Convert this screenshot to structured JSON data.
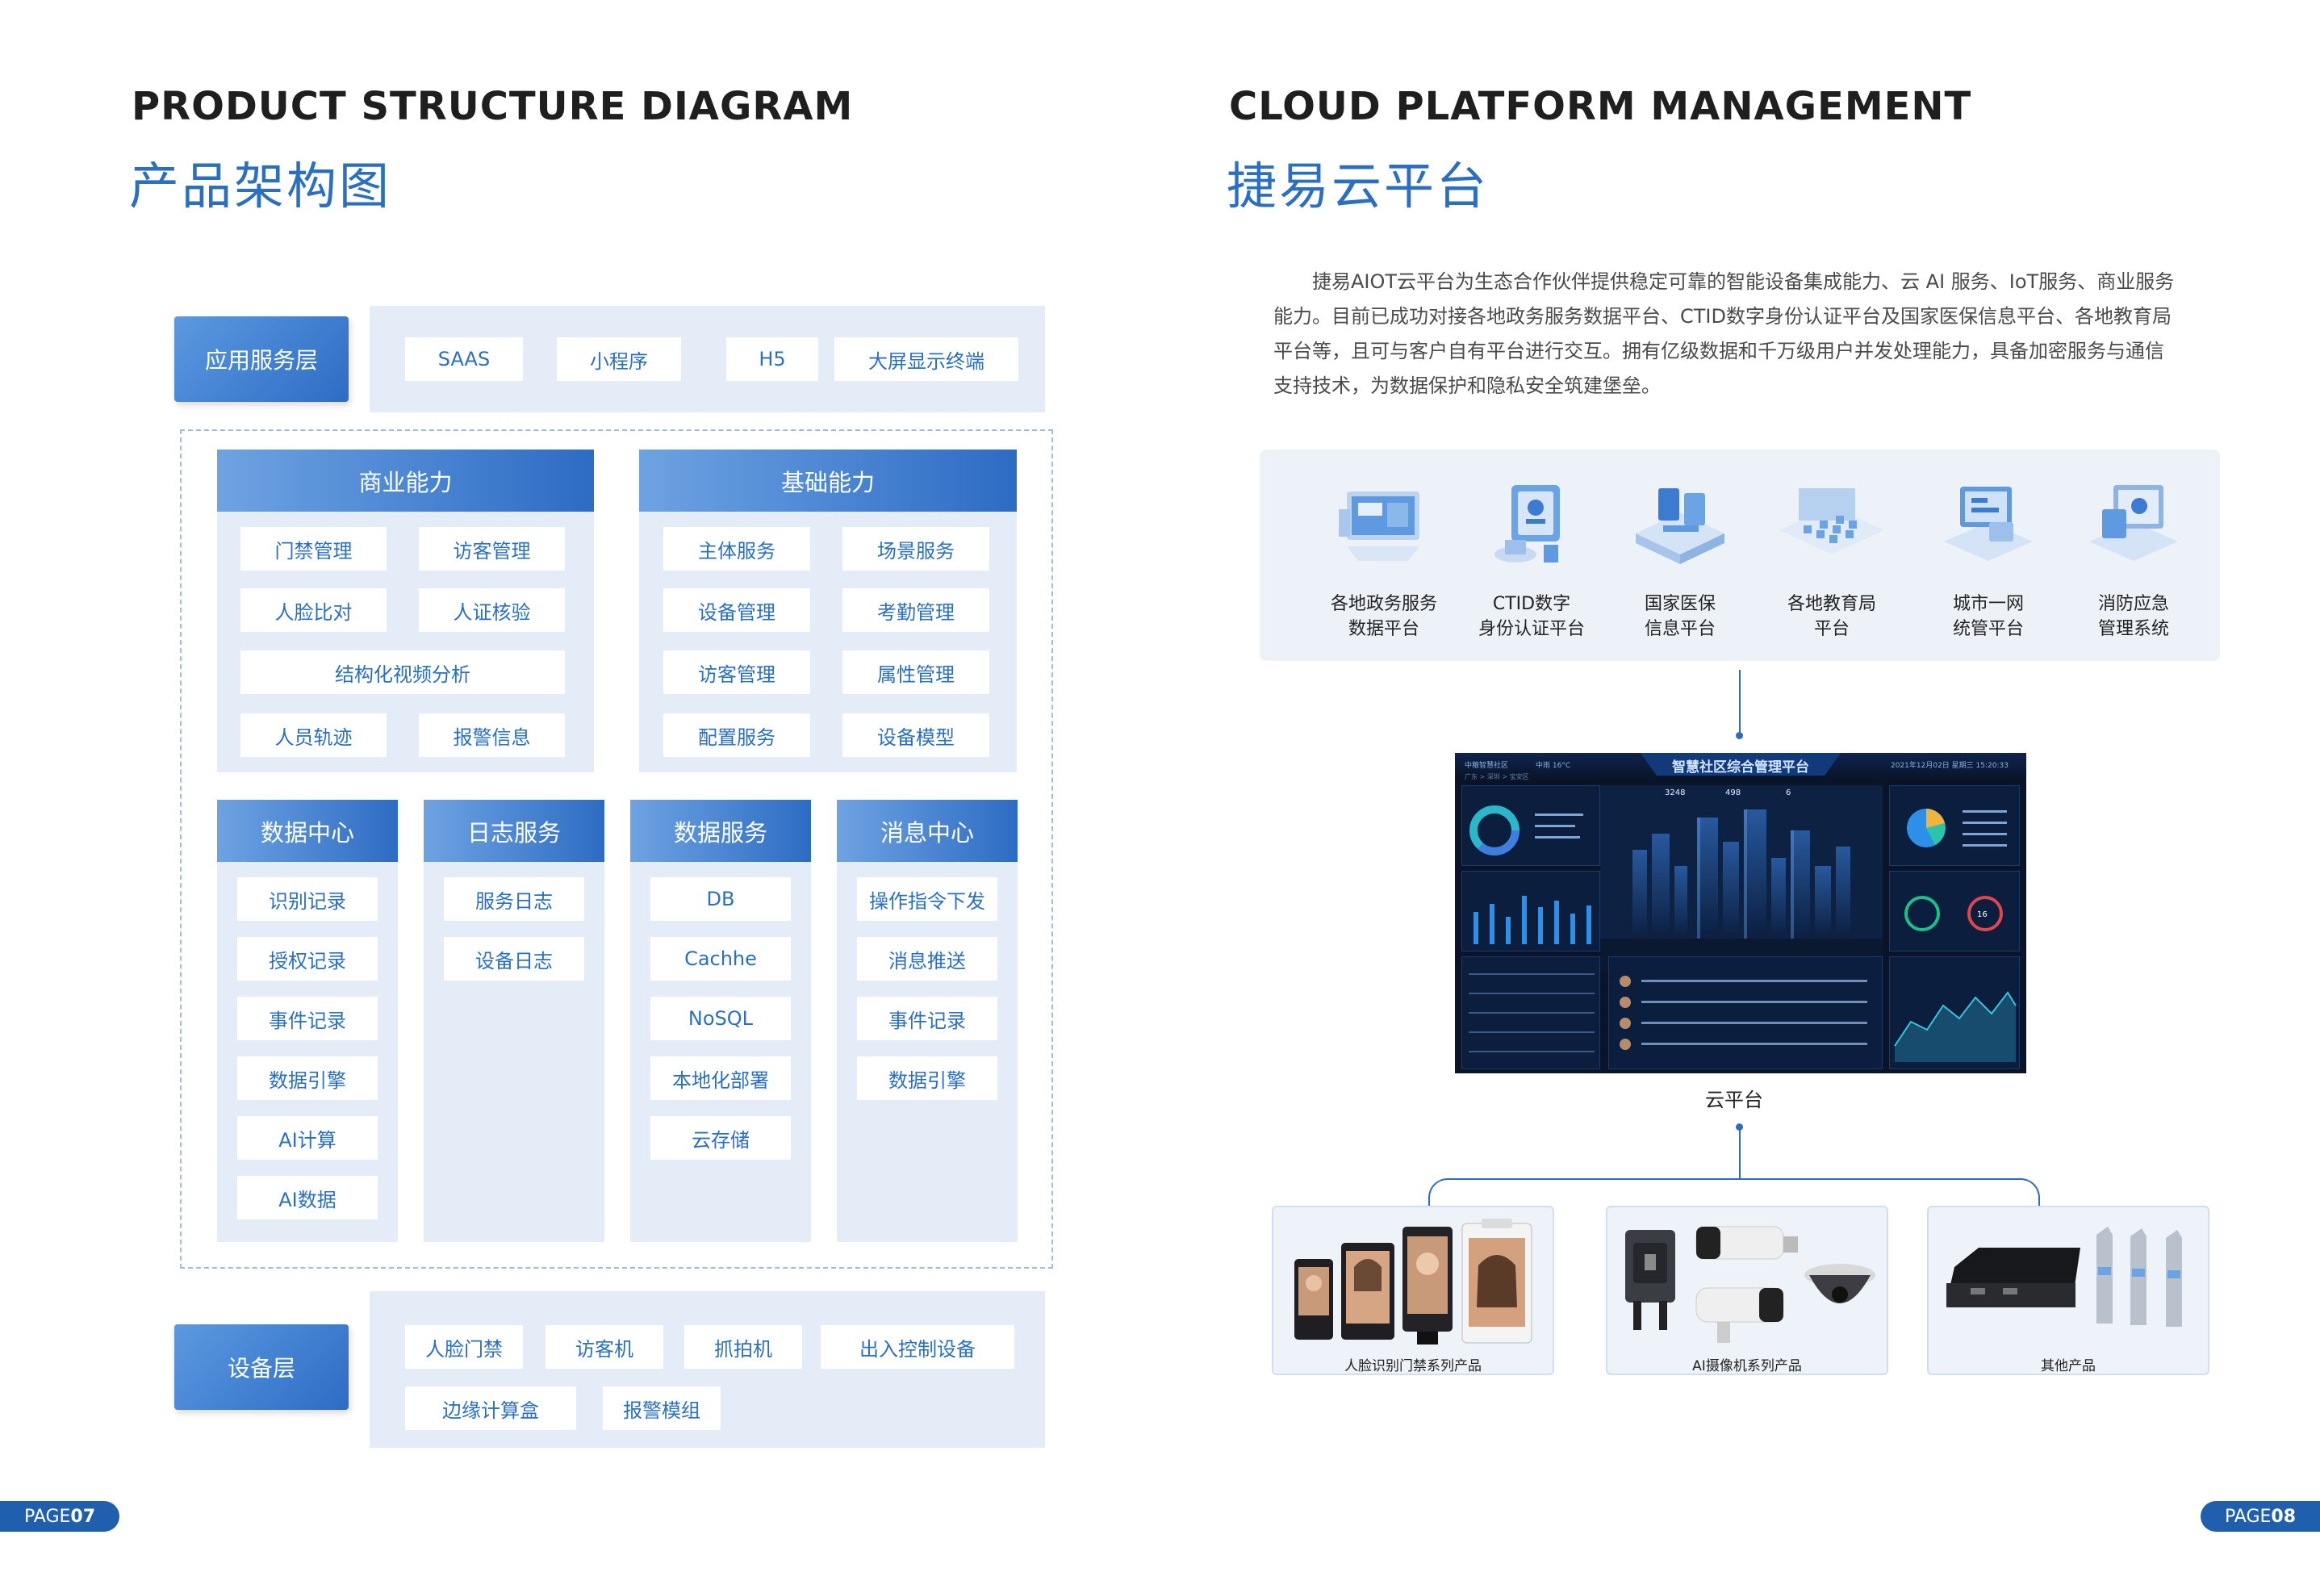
{
  "left": {
    "title_en": "PRODUCT STRUCTURE DIAGRAM",
    "title_cn": "产品架构图",
    "app_layer": {
      "label": "应用服务层",
      "items": [
        "SAAS",
        "小程序",
        "H5",
        "大屏显示终端"
      ]
    },
    "business": {
      "title": "商业能力",
      "items": [
        "门禁管理",
        "访客管理",
        "人脸比对",
        "人证核验",
        "结构化视频分析",
        "人员轨迹",
        "报警信息"
      ]
    },
    "basic": {
      "title": "基础能力",
      "items": [
        "主体服务",
        "场景服务",
        "设备管理",
        "考勤管理",
        "访客管理",
        "属性管理",
        "配置服务",
        "设备模型"
      ]
    },
    "data_center": {
      "title": "数据中心",
      "items": [
        "识别记录",
        "授权记录",
        "事件记录",
        "数据引擎",
        "AI计算",
        "AI数据"
      ]
    },
    "log_service": {
      "title": "日志服务",
      "items": [
        "服务日志",
        "设备日志"
      ]
    },
    "data_service": {
      "title": "数据服务",
      "items": [
        "DB",
        "Cachhe",
        "NoSQL",
        "本地化部署",
        "云存储"
      ]
    },
    "message_center": {
      "title": "消息中心",
      "items": [
        "操作指令下发",
        "消息推送",
        "事件记录",
        "数据引擎"
      ]
    },
    "device_layer": {
      "label": "设备层",
      "items": [
        "人脸门禁",
        "访客机",
        "抓拍机",
        "出入控制设备",
        "边缘计算盒",
        "报警模组"
      ]
    },
    "page": {
      "prefix": "PAGE ",
      "num": "07"
    }
  },
  "right": {
    "title_en": "CLOUD PLATFORM MANAGEMENT",
    "title_cn": "捷易云平台",
    "paragraph": "捷易AIOT云平台为生态合作伙伴提供稳定可靠的智能设备集成能力、云 AI 服务、IoT服务、商业服务能力。目前已成功对接各地政务服务数据平台、CTID数字身份认证平台及国家医保信息平台、各地教育局平台等，且可与客户自有平台进行交互。拥有亿级数据和千万级用户并发处理能力，具备加密服务与通信支持技术，为数据保护和隐私安全筑建堡垒。",
    "platforms": [
      {
        "l1": "各地政务服务",
        "l2": "数据平台"
      },
      {
        "l1": "CTID数字",
        "l2": "身份认证平台"
      },
      {
        "l1": "国家医保",
        "l2": "信息平台"
      },
      {
        "l1": "各地教育局",
        "l2": "平台"
      },
      {
        "l1": "城市一网",
        "l2": "统管平台"
      },
      {
        "l1": "消防应急",
        "l2": "管理系统"
      }
    ],
    "screen": {
      "title": "智慧社区综合管理平台",
      "location": "中粮智慧社区",
      "weather": "中雨  16°C",
      "date": "2021年12月02日  星期三  15:20:33",
      "breadcrumb": "广东 > 深圳 > 宝安区",
      "stat1": "3248",
      "stat2": "498",
      "stat3": "6",
      "gauge": "16"
    },
    "cloud_label": "云平台",
    "products": [
      "人脸识别门禁系列产品",
      "AI摄像机系列产品",
      "其他产品"
    ],
    "page": {
      "prefix": "PAGE ",
      "num": "08"
    }
  }
}
